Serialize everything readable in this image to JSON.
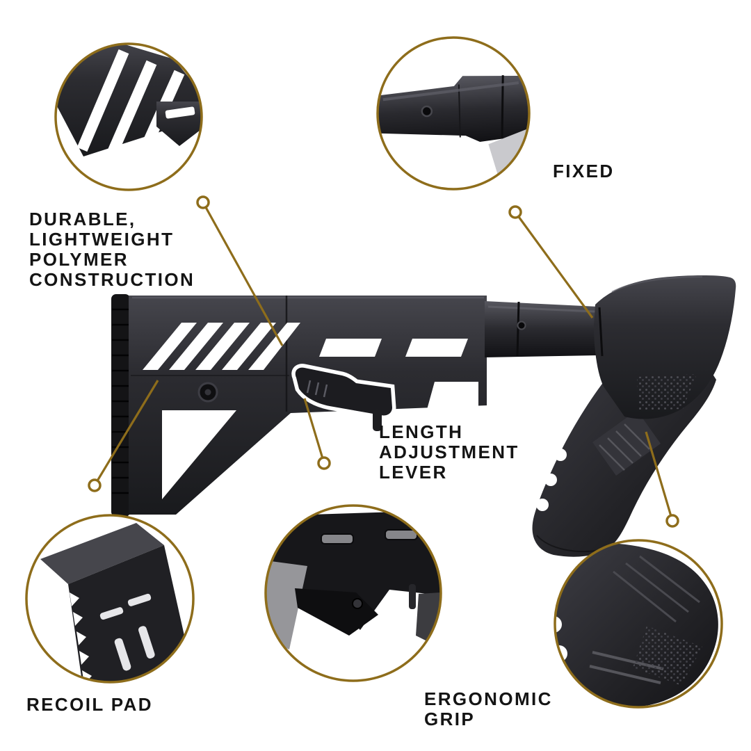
{
  "colors": {
    "accent_gold": "#8e6d1b",
    "product_dark": "#2c2c31",
    "text": "#141414",
    "background": "#ffffff"
  },
  "labels": {
    "durable": "DURABLE,\nLIGHTWEIGHT\nPOLYMER\nCONSTRUCTION",
    "fixed": "FIXED",
    "length": "LENGTH\nADJUSTMENT\nLEVER",
    "recoil": "RECOIL PAD",
    "ergonomic": "ERGONOMIC\nGRIP"
  },
  "callouts": [
    {
      "feature": "durable-lightweight-polymer-construction",
      "closeup": "polymer-texture"
    },
    {
      "feature": "fixed",
      "closeup": "fixed-joint"
    },
    {
      "feature": "length-adjustment-lever",
      "closeup": "underside-lever"
    },
    {
      "feature": "recoil-pad",
      "closeup": "recoil-pad"
    },
    {
      "feature": "ergonomic-grip",
      "closeup": "grip"
    }
  ]
}
